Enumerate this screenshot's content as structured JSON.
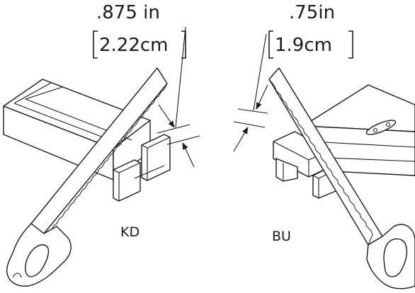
{
  "left_saw": {
    "dimension_in": ".875 in",
    "dimension_cm": "2.22cm",
    "label": "KD"
  },
  "right_saw": {
    "dimension_in": ".75in",
    "dimension_cm": "1.9cm",
    "label": "BU"
  }
}
